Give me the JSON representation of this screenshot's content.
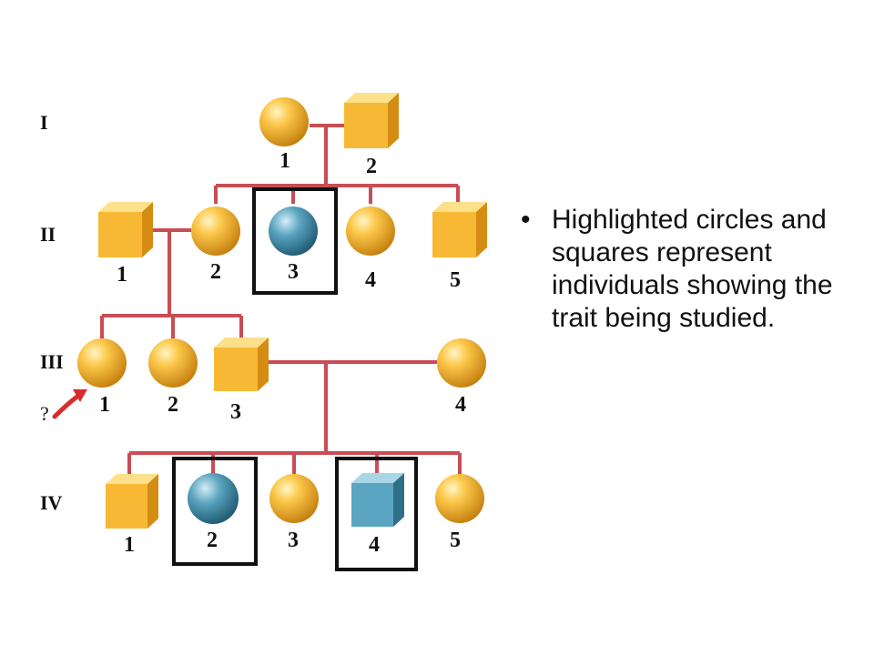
{
  "generations": [
    "I",
    "II",
    "III",
    "IV"
  ],
  "individuals": [
    {
      "gen": "I",
      "num": "1",
      "sex": "female",
      "affected": false
    },
    {
      "gen": "I",
      "num": "2",
      "sex": "male",
      "affected": false
    },
    {
      "gen": "II",
      "num": "1",
      "sex": "male",
      "affected": false
    },
    {
      "gen": "II",
      "num": "2",
      "sex": "female",
      "affected": false
    },
    {
      "gen": "II",
      "num": "3",
      "sex": "female",
      "affected": true
    },
    {
      "gen": "II",
      "num": "4",
      "sex": "female",
      "affected": false
    },
    {
      "gen": "II",
      "num": "5",
      "sex": "male",
      "affected": false
    },
    {
      "gen": "III",
      "num": "1",
      "sex": "female",
      "affected": false
    },
    {
      "gen": "III",
      "num": "2",
      "sex": "female",
      "affected": false
    },
    {
      "gen": "III",
      "num": "3",
      "sex": "male",
      "affected": false
    },
    {
      "gen": "III",
      "num": "4",
      "sex": "female",
      "affected": false
    },
    {
      "gen": "IV",
      "num": "1",
      "sex": "male",
      "affected": false
    },
    {
      "gen": "IV",
      "num": "2",
      "sex": "female",
      "affected": true
    },
    {
      "gen": "IV",
      "num": "3",
      "sex": "female",
      "affected": false
    },
    {
      "gen": "IV",
      "num": "4",
      "sex": "male",
      "affected": true
    },
    {
      "gen": "IV",
      "num": "5",
      "sex": "female",
      "affected": false
    }
  ],
  "query_marker": "?",
  "bullet": {
    "symbol": "•",
    "text": "Highlighted circles and squares represent individuals showing the trait being studied."
  },
  "colors": {
    "unaffected": "#f3b02c",
    "affected": "#3d8aa3",
    "line": "#c84d55",
    "highlight_box": "#111111",
    "arrow": "#d92b2b"
  }
}
